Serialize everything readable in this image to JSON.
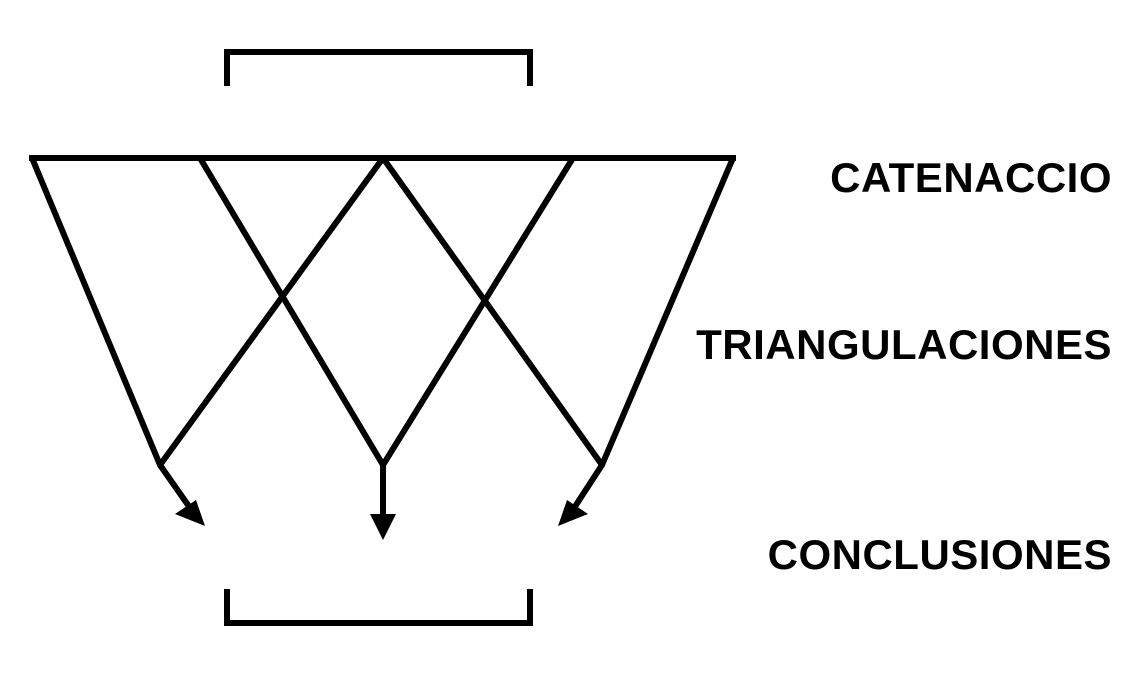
{
  "labels": {
    "catenaccio": "CATENACCIO",
    "triangulaciones": "TRIANGULACIONES",
    "conclusiones": "CONCLUSIONES"
  },
  "colors": {
    "stroke": "#000000",
    "text": "#000000",
    "background": "#ffffff"
  }
}
